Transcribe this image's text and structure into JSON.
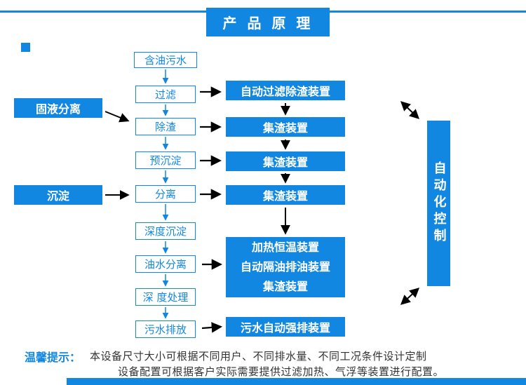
{
  "header": {
    "title": "产 品 原 理"
  },
  "flow": {
    "source": "含油污水",
    "steps": [
      "过滤",
      "除渣",
      "预沉淀",
      "分离",
      "深度沉淀",
      "油水分离",
      "深 度处理",
      "污水排放"
    ]
  },
  "left_labels": {
    "solid_liquid": "固液分离",
    "sediment": "沉淀"
  },
  "devices": {
    "filter_slag": "自动过滤除渣装置",
    "slag1": "集渣装置",
    "slag2": "集渣装置",
    "slag3": "集渣装置",
    "big": [
      "加热恒温装置",
      "自动隔油排油装置",
      "集渣装置"
    ],
    "drain": "污水自动强排装置"
  },
  "control": {
    "label": "自动化控制"
  },
  "tips": {
    "label": "温馨提示：",
    "line1": "本设备尺寸大小可根据不同用户、不同排水量、不同工况条件设计定制",
    "line2": "设备配置可根据客户实际需要提供过滤加热、气浮等装置进行配置。"
  },
  "colors": {
    "accent": "#1287e2",
    "text": "#333333",
    "background": "#ffffff"
  }
}
